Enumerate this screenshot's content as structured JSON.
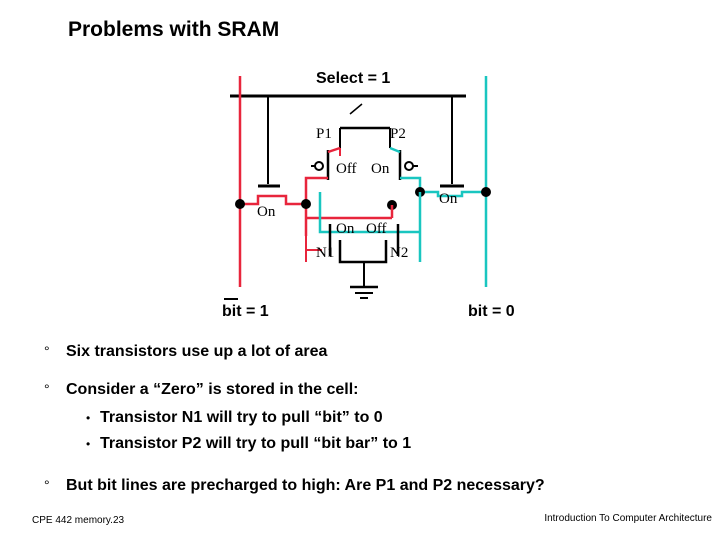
{
  "title": "Problems with SRAM",
  "diagram": {
    "select_label": "Select = 1",
    "p1_label": "P1",
    "p2_label": "P2",
    "p1_state": "Off",
    "p2_state": "On",
    "n1_state": "On",
    "n2_state": "Off",
    "n1_label": "N1",
    "n2_label": "N2",
    "left_access_state": "On",
    "right_access_state": "On",
    "bit_left": "bit = 1",
    "bit_right": "bit = 0",
    "colors": {
      "red": "#e8253c",
      "cyan": "#19c6c0",
      "black": "#000000"
    }
  },
  "bullets": [
    {
      "text": "Six transistors use up a lot of area"
    },
    {
      "text": "Consider a “Zero” is stored in the cell:",
      "subs": [
        "Transistor N1 will try to pull “bit” to 0",
        "Transistor P2 will try to pull “bit bar” to 1"
      ]
    },
    {
      "text": "But bit lines are precharged to high: Are P1 and P2 necessary?"
    }
  ],
  "bullet_marker": "°",
  "sub_marker": "•",
  "footer": {
    "left": "CPE 442  memory.23",
    "right": "Introduction To Computer Architecture"
  }
}
